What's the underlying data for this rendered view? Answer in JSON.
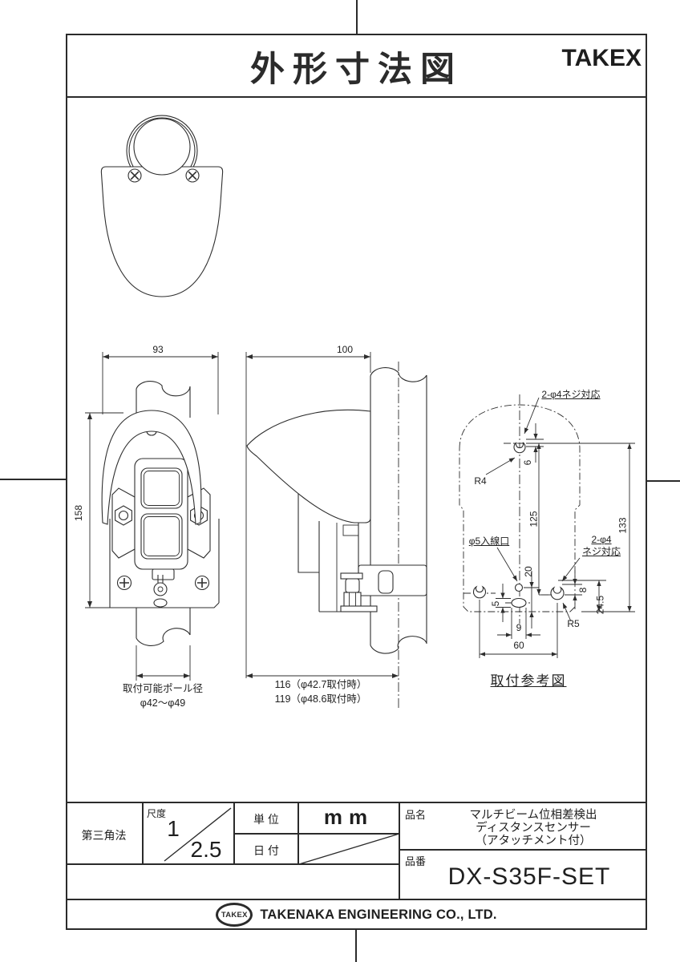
{
  "header": {
    "title": "外形寸法図",
    "brand": "TAKEX"
  },
  "front_view": {
    "width_dim": "93",
    "height_dim": "158",
    "pole_note_1": "取付可能ポール径",
    "pole_note_2": "φ42～φ49"
  },
  "side_view": {
    "depth_dim": "100",
    "mount_dim_1": "116（φ42.7取付時）",
    "mount_dim_2": "119（φ48.6取付時）"
  },
  "mount_view": {
    "caption": "取付参考図",
    "screw_label_top": "2-φ4ネジ対応",
    "r4": "R4",
    "r5": "R5",
    "wire_label": "φ5入線口",
    "screw_label_right_1": "2-φ4",
    "screw_label_right_2": "ネジ対応",
    "dim_6": "6",
    "dim_125": "125",
    "dim_133": "133",
    "dim_20": "20",
    "dim_5": "5",
    "dim_8": "8",
    "dim_24_5": "24.5",
    "dim_9": "9",
    "dim_60": "60"
  },
  "title_block": {
    "projection": "第三角法",
    "scale_label": "尺度",
    "scale_numerator": "1",
    "scale_denominator": "2.5",
    "unit_label": "単 位",
    "unit_value": "mm",
    "date_label": "日 付",
    "product_name_label": "品名",
    "product_name_1": "マルチビーム位相差検出",
    "product_name_2": "ディスタンスセンサー",
    "product_name_3": "（アタッチメント付）",
    "product_no_label": "品番",
    "product_no": "DX-S35F-SET"
  },
  "footer": {
    "logo_text": "TAKEX",
    "company": "TAKENAKA ENGINEERING CO., LTD."
  }
}
